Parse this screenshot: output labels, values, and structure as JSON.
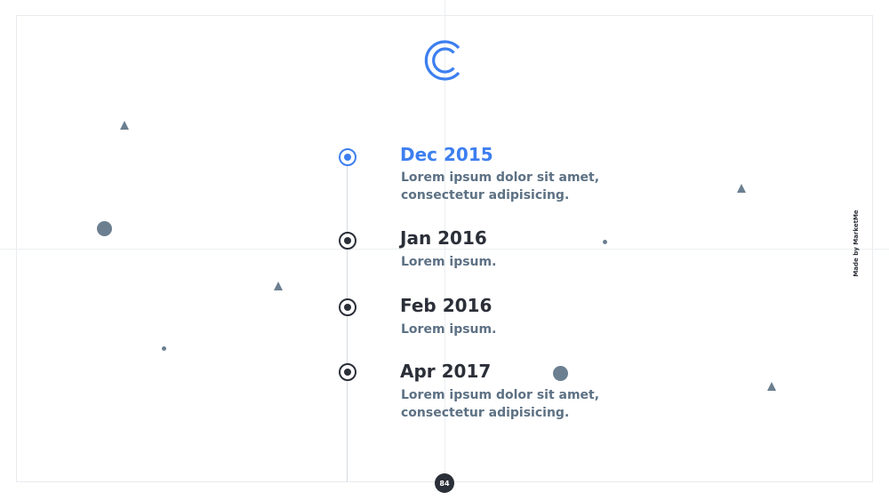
{
  "timeline": [
    {
      "date": "Dec 2015",
      "description": "Lorem ipsum dolor sit amet, consectetur adipisicing."
    },
    {
      "date": "Jan 2016",
      "description": "Lorem ipsum."
    },
    {
      "date": "Feb 2016",
      "description": "Lorem ipsum."
    },
    {
      "date": "Apr 2017",
      "description": "Lorem ipsum dolor sit amet, consectetur adipisicing."
    }
  ],
  "credit": "Made by MarketMe",
  "page_number": "84",
  "colors": {
    "accent": "#3d7ff0",
    "dark": "#2b2f38",
    "muted": "#5d7184",
    "decoration": "#6b7f90"
  },
  "logo_icon": "c-logo-icon"
}
